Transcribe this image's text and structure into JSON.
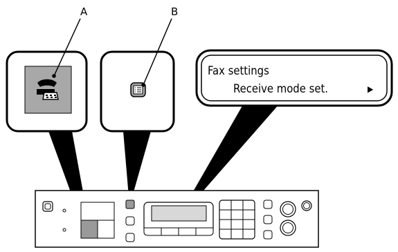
{
  "callouts": {
    "fax_button_letter": "A",
    "menu_button_letter": "B"
  },
  "lcd_screen": {
    "line1": "Fax settings",
    "line2": "Receive mode set.",
    "arrow_glyph": "▶"
  },
  "colors": {
    "outline": "#000000",
    "highlight_fill": "#a8a8a8",
    "button_fill": "#9a9a9a",
    "panel_fill": "#ffffff",
    "lcd_fill": "#d8d8d8"
  },
  "icons": {
    "fax_button": "fax-phone-icon",
    "menu_button": "menu-list-icon",
    "right_arrow": "right-arrow-icon"
  }
}
